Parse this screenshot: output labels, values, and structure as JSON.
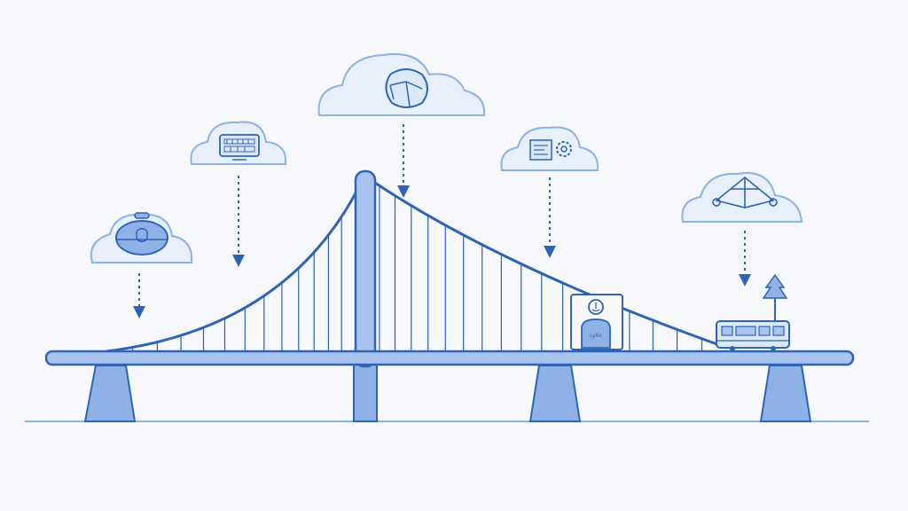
{
  "diagram": {
    "colors": {
      "background": "#f6f8fb",
      "stroke": "#2f63b3",
      "fill_light": "#dbe8fa",
      "fill_mid": "#8eb2e6",
      "fill_deck": "#a8c4ee",
      "cloud_fill": "#e8f0fc"
    },
    "clouds": [
      {
        "name": "cloud-helmet",
        "icon": "helmet-icon"
      },
      {
        "name": "cloud-keyboard",
        "icon": "keyboard-icon"
      },
      {
        "name": "cloud-gem",
        "icon": "gem-icon"
      },
      {
        "name": "cloud-dashboard",
        "icon": "dashboard-gear-icon"
      },
      {
        "name": "cloud-network",
        "icon": "network-icon"
      }
    ],
    "ground_objects": {
      "robot_label": "LyKe",
      "tram_label": "tram-icon",
      "tree_label": "tree-icon"
    }
  }
}
